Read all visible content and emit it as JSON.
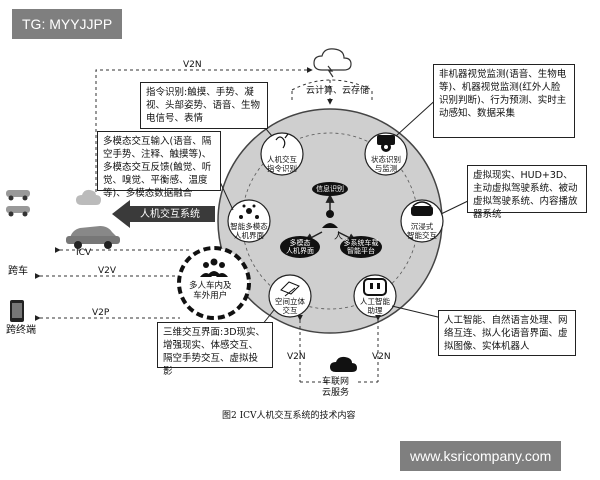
{
  "watermark_top": "TG: MYYJJPP",
  "watermark_bottom": "www.ksricompany.com",
  "caption": "图2 ICV人机交互系统的技术内容",
  "edge_labels": {
    "v2n_top": "V2N",
    "v2v": "V2V",
    "v2p": "V2P",
    "v2n_left": "V2N",
    "v2n_right": "V2N",
    "hmi_arrow": "人机交互系统"
  },
  "left": {
    "icv": "ICV",
    "cross_vehicle": "跨车",
    "cross_terminal": "跨终端"
  },
  "cloud": {
    "top_label": "云计算、云存储",
    "bottom_label": "车联网\n云服务"
  },
  "users": "多人车内及\n车外用户",
  "center": {
    "person": "人",
    "info_recognition": "信息识别",
    "multi_modal_interface": "多模态\n人机界面",
    "multi_system": "多系统车载\n智能平台"
  },
  "nodes": {
    "gesture": "人机交互\n指令识别",
    "state": "状态识别\n与监测",
    "multimodal": "智能多模态\n人机界面",
    "immersive": "沉浸式\n智能交互",
    "spatial": "空间立体\n交互",
    "assistant": "人工智能\n助理"
  },
  "boxes": {
    "command": "指令识别:触摸、手势、凝视、头部姿势、语音、生物电信号、表情",
    "multimodal_io": "多模态交互输入(语音、隔空手势、注释、触摸等)、多模态交互反馈(触觉、听觉、嗅觉、平衡感、温度等)、多模态数据融合",
    "non_visual": "非机器视觉监测(语音、生物电等)、机器视觉监测(红外人脸识别判断)、行为预测、实时主动感知、数据采集",
    "vr": "虚拟现实、HUD+3D、主动虚拟驾驶系统、被动虚拟驾驶系统、内容播放器系统",
    "spatial3d": "三维交互界面:3D现实、增强现实、体感交互、隔空手势交互、虚拟投影",
    "ai": "人工智能、自然语言处理、网络互连、拟人化语音界面、虚拟图像、实体机器人"
  }
}
